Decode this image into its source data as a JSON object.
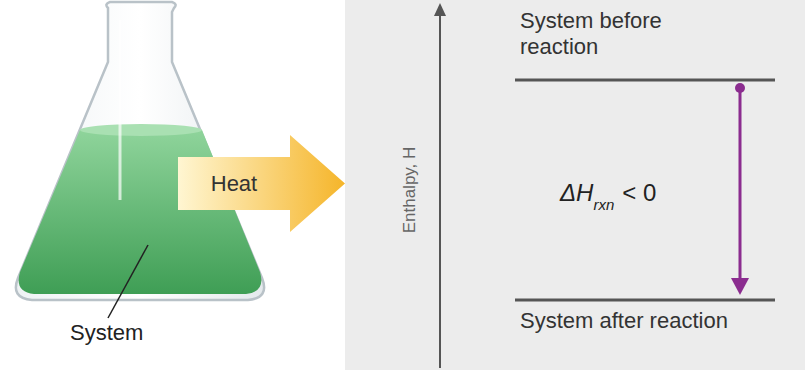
{
  "diagram": {
    "nodes": [
      {
        "text": [
          "Heat"
        ]
      }
    ],
    "labels": [
      "System",
      "Enthalpy, H",
      "System before reaction",
      "ΔH",
      "rxn",
      "< 0",
      "System after reaction"
    ]
  }
}
